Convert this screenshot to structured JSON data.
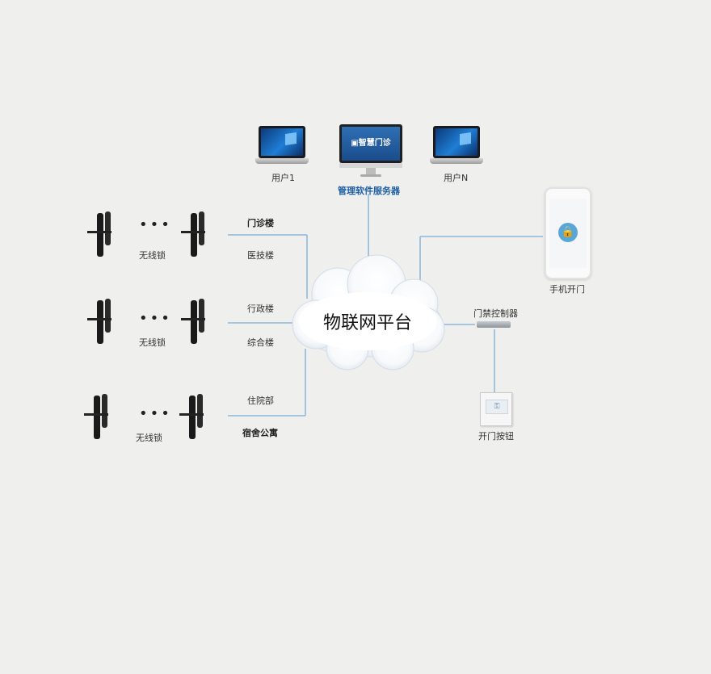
{
  "diagram": {
    "cloud_label": "物联网平台",
    "users": {
      "user1_label": "用户1",
      "userN_label": "用户N",
      "server_label": "管理软件服务器",
      "server_screen_text": "▣智慧门诊"
    },
    "buildings": [
      "门诊楼",
      "医技楼",
      "行政楼",
      "综合楼",
      "住院部",
      "宿舍公寓"
    ],
    "lock_rows": [
      {
        "label": "无线锁"
      },
      {
        "label": "无线锁"
      },
      {
        "label": "无线锁"
      }
    ],
    "phone_label": "手机开门",
    "controller_label": "门禁控制器",
    "button_label": "开门按钮",
    "dots": "•••"
  },
  "colors": {
    "background": "#efefed",
    "wire": "#7fb1d9",
    "cloud": "#ffffff",
    "accent": "#1f5fa5"
  }
}
